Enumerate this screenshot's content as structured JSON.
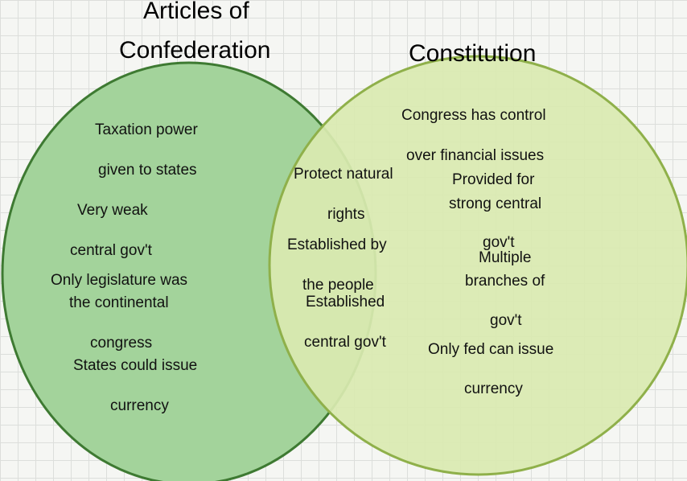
{
  "diagram": {
    "type": "venn",
    "sets": [
      {
        "name": "Articles of Confederation",
        "title_lines": [
          "Articles of",
          "Confederation"
        ],
        "fill": "#a3d39b",
        "stroke": "#3e7a32"
      },
      {
        "name": "Constitution",
        "title_lines": [
          "Constitution"
        ],
        "fill": "#d9eab0",
        "stroke": "#8fb04a"
      }
    ],
    "articles_only": [
      "Taxation power",
      "given to states",
      "Very weak",
      "central gov't",
      "Only legislature was",
      "the continental",
      "congress",
      "States could issue",
      "currency"
    ],
    "overlap": [
      "Protect natural",
      "rights",
      "Established by",
      "the people",
      "Established",
      "central gov't"
    ],
    "constitution_only": [
      "Congress has control",
      "over financial issues",
      "Provided for",
      "strong central",
      "gov't",
      "Multiple",
      "branches of",
      "gov't",
      "Only fed can issue",
      "currency"
    ]
  }
}
